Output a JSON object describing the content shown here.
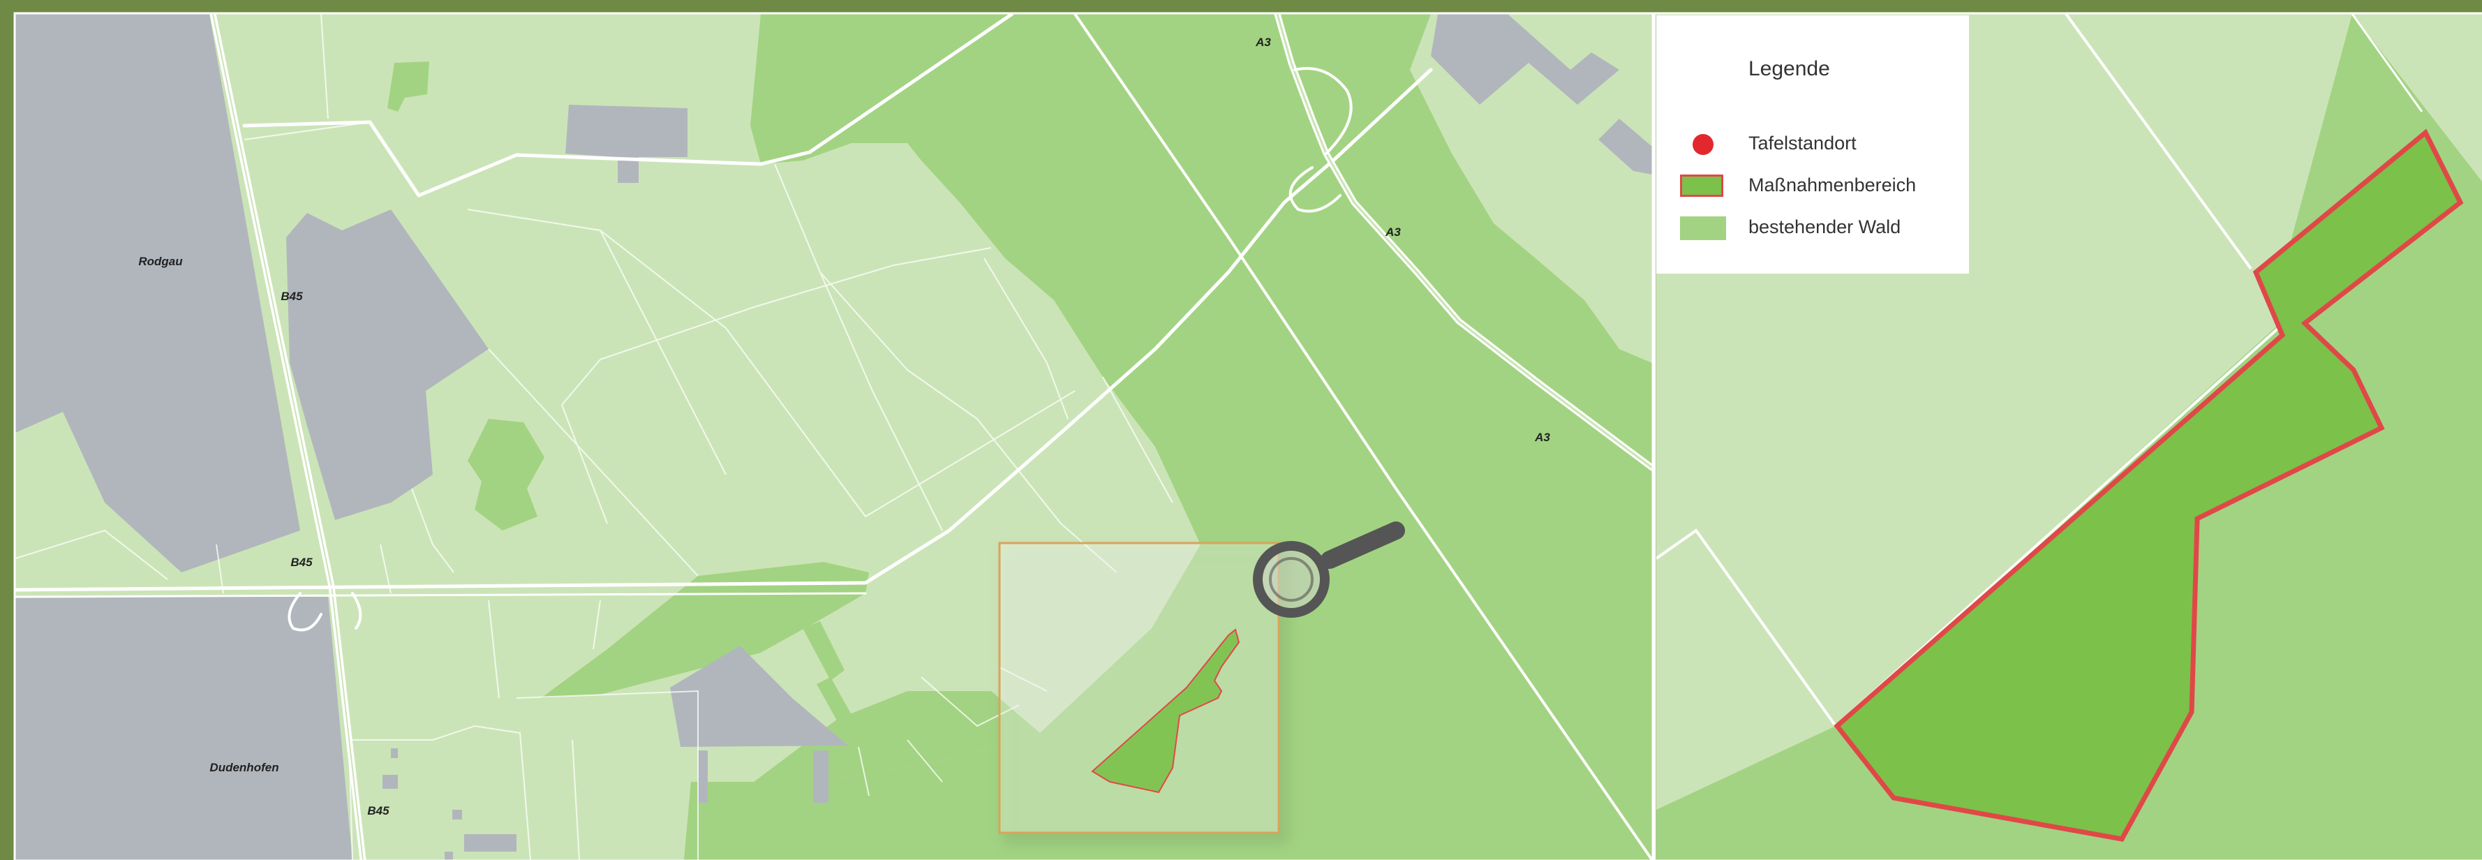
{
  "legend": {
    "title": "Legende",
    "items": [
      {
        "label": "Tafelstandort",
        "symbol": "dot",
        "color": "#e3272f"
      },
      {
        "label": "Maßnahmenbereich",
        "symbol": "area",
        "color": "#7cc14a",
        "border": "#e04848"
      },
      {
        "label": "bestehender Wald",
        "symbol": "wood",
        "color": "#a2d382"
      }
    ]
  },
  "towns": [
    {
      "name": "Rodgau"
    },
    {
      "name": "Dudenhofen"
    }
  ],
  "road_labels": [
    "A3",
    "A3",
    "A3",
    "B45",
    "B45",
    "B45"
  ],
  "colors": {
    "frame": "#6e8a45",
    "field": "#cbe4b7",
    "forest": "#a2d382",
    "built_up": "#b1b6bd",
    "measure_area": "#7cc14a",
    "measure_border": "#e04848",
    "road": "#ffffff"
  },
  "icons": {
    "magnifier": "magnifier-icon"
  }
}
